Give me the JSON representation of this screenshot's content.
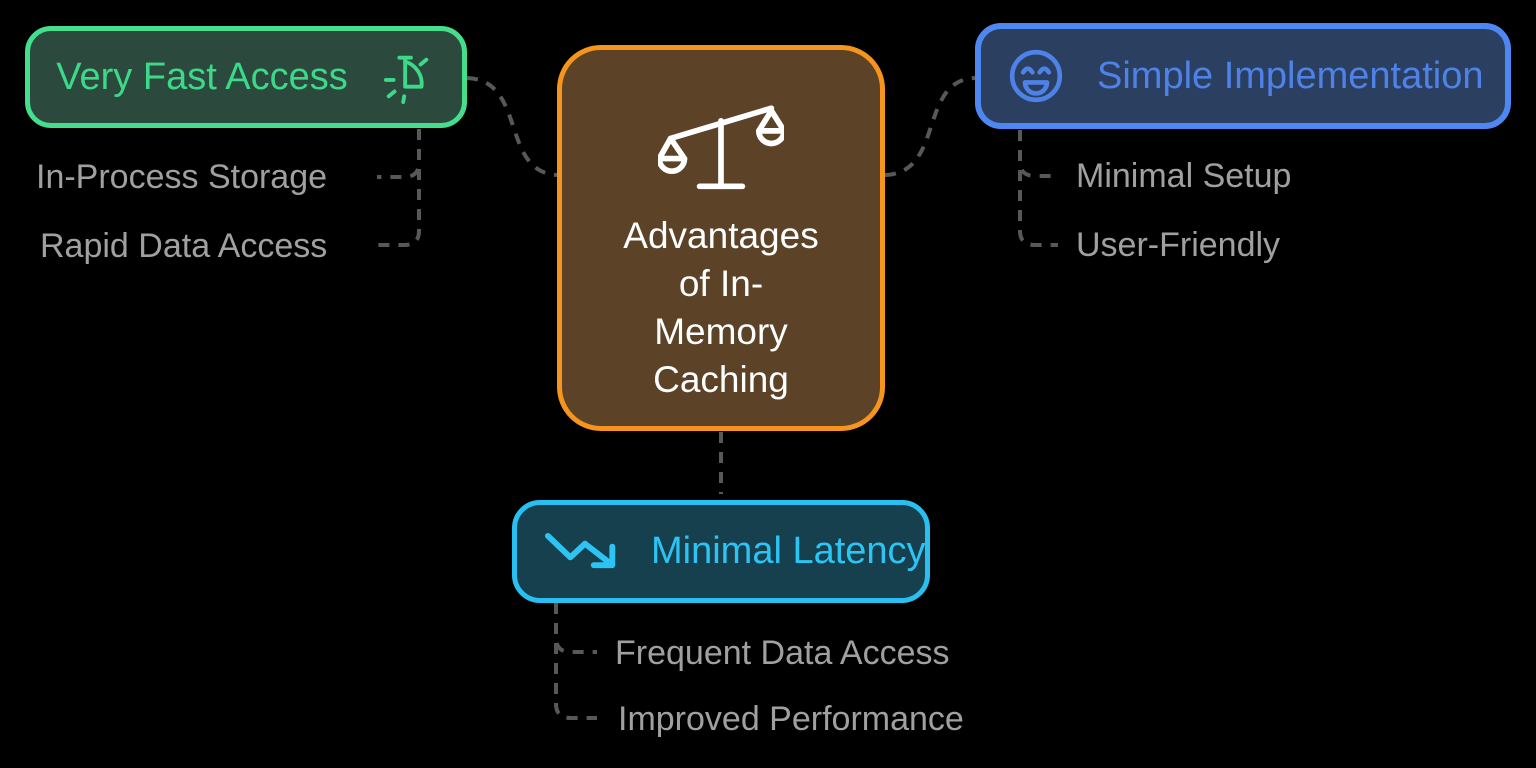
{
  "canvas": {
    "background": "#000000",
    "connector_color": "#585858",
    "child_text_color": "#A0A0A0"
  },
  "center": {
    "title": "Advantages of In-Memory Caching",
    "title_lines": [
      "Advantages",
      "of In-",
      "Memory",
      "Caching"
    ],
    "icon": "balance-scale-icon",
    "fill": "#5C4327",
    "border_color": "#F6941D",
    "text_color": "#FFFFFF"
  },
  "branches": [
    {
      "label": "Very Fast Access",
      "icon": "speed-timer-icon",
      "fill": "#2B4A3D",
      "border_color": "#44DE8D",
      "text_color": "#3CD989",
      "children": [
        "In-Process Storage",
        "Rapid Data Access"
      ]
    },
    {
      "label": "Simple Implementation",
      "icon": "laughing-face-icon",
      "fill": "#2B4060",
      "border_color": "#4F87F2",
      "text_color": "#4E82E8",
      "children": [
        "Minimal Setup",
        "User-Friendly"
      ]
    },
    {
      "label": "Minimal Latency",
      "icon": "trending-down-icon",
      "fill": "#17404F",
      "border_color": "#28C0F0",
      "text_color": "#2BC4F3",
      "children": [
        "Frequent Data Access",
        "Improved Performance"
      ]
    }
  ]
}
